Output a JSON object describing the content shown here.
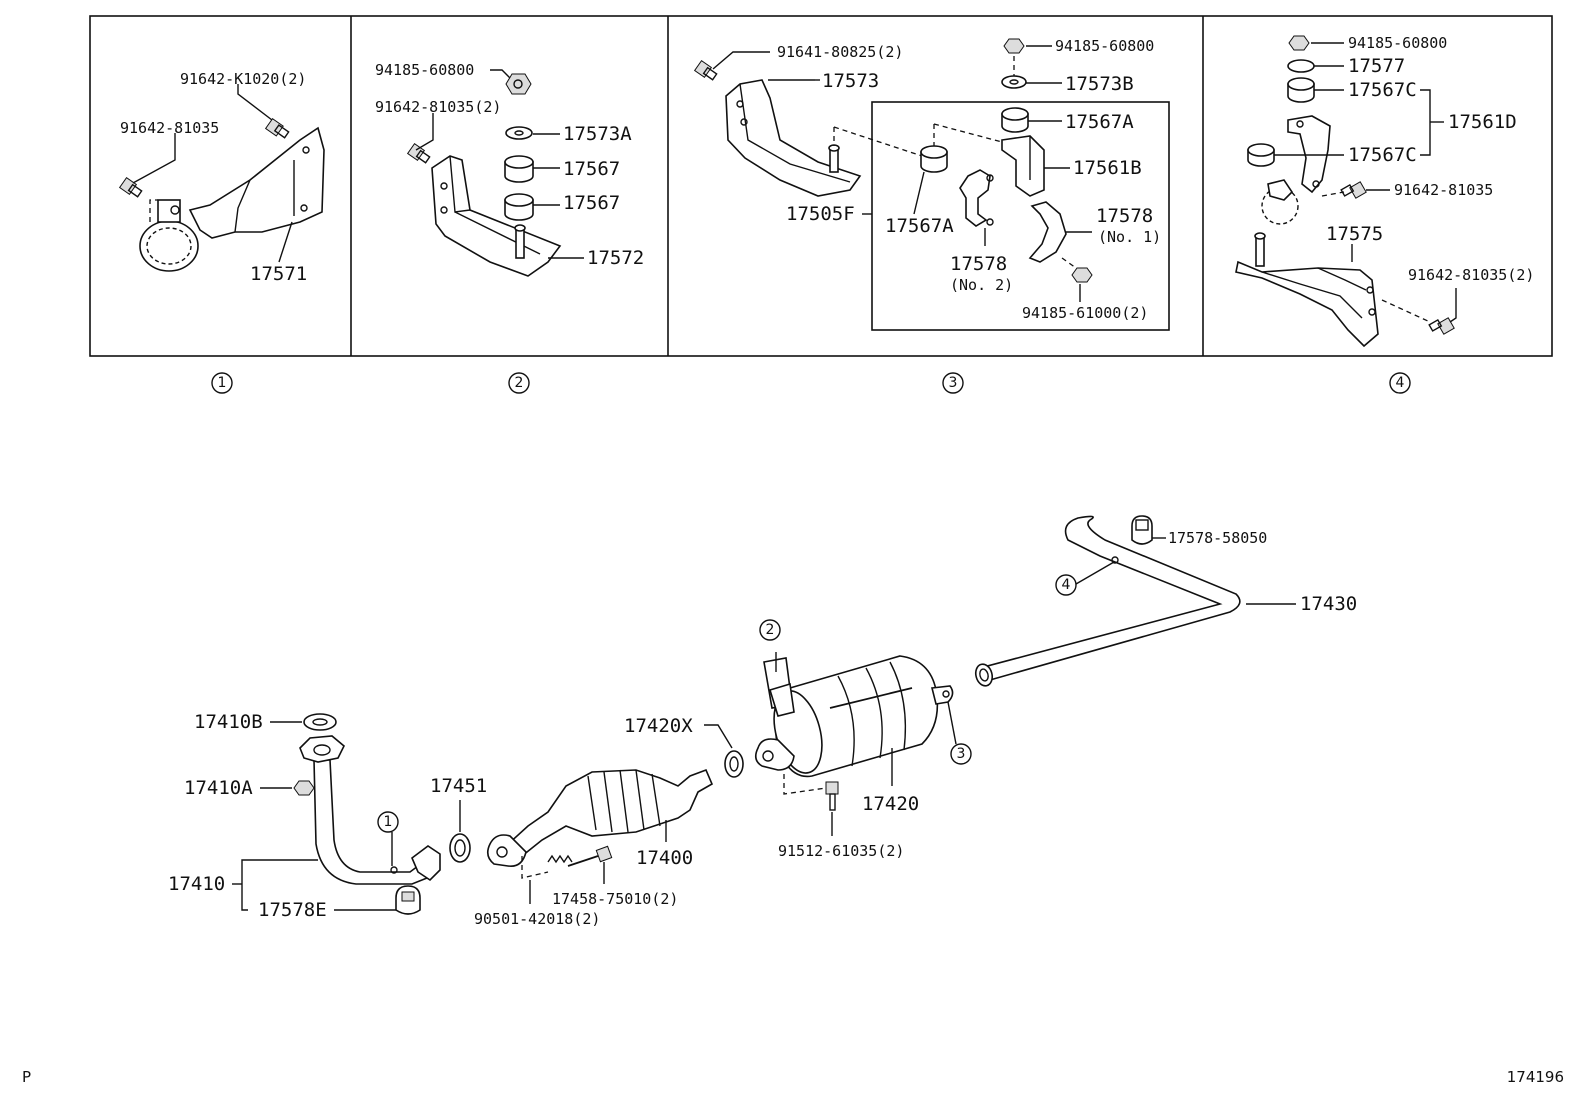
{
  "panels": {
    "p1": {
      "marker": "1",
      "labels": {
        "bolt_a": "91642-K1020(2)",
        "bolt_b": "91642-81035",
        "bracket": "17571"
      }
    },
    "p2": {
      "marker": "2",
      "labels": {
        "nut": "94185-60800",
        "bolt": "91642-81035(2)",
        "washer": "17573A",
        "cushion_a": "17567",
        "cushion_b": "17567",
        "bracket": "17572"
      }
    },
    "p3": {
      "marker": "3",
      "labels": {
        "bolt": "91641-80825(2)",
        "bracket": "17573",
        "nut": "94185-60800",
        "washer": "17573B",
        "cushion_top": "17567A",
        "hanger": "17561B",
        "bracket_f": "17505F",
        "cushion_left": "17567A",
        "clamp_no1": "17578",
        "clamp_no1_sub": "(No. 1)",
        "clamp_no2": "17578",
        "clamp_no2_sub": "(No. 2)",
        "nut_b": "94185-61000(2)"
      }
    },
    "p4": {
      "marker": "4",
      "labels": {
        "nut": "94185-60800",
        "washer": "17577",
        "cushion_a": "17567C",
        "hanger": "17561D",
        "cushion_b": "17567C",
        "bolt_a": "91642-81035",
        "bracket": "17575",
        "bolt_b": "91642-81035(2)"
      }
    }
  },
  "assembly": {
    "tail_clamp": "17578-58050",
    "tail_pipe": "17430",
    "marker_4": "4",
    "marker_2": "2",
    "marker_3": "3",
    "marker_1": "1",
    "gasket_x": "17420X",
    "muffler": "17420",
    "muffler_bolt": "91512-61035(2)",
    "gasket_b": "17410B",
    "nut_a": "17410A",
    "gasket": "17451",
    "converter": "17400",
    "front_pipe": "17410",
    "clamp_e": "17578E",
    "bolt_conv": "17458-75010(2)",
    "spring_bolt": "90501-42018(2)"
  },
  "footer": {
    "left": "P",
    "right": "174196"
  }
}
